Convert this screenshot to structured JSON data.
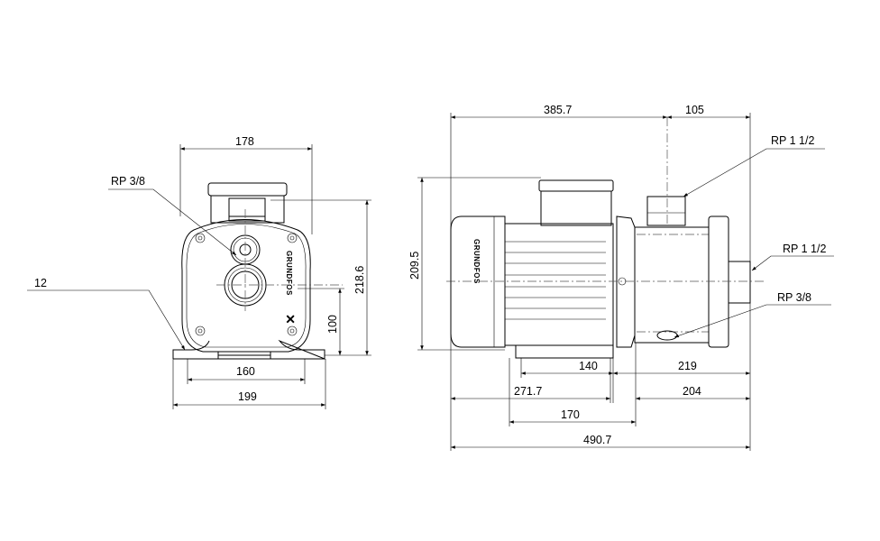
{
  "drawing": {
    "logo_text": "GRUNDFOS",
    "front_view": {
      "dim_width_top": "178",
      "dim_height_total": "218.6",
      "dim_shaft_height": "100",
      "dim_foot_holes": "160",
      "dim_foot_width": "199",
      "dim_foot_thickness": "12",
      "label_drain": "RP 3/8"
    },
    "side_view": {
      "dim_to_inlet": "385.7",
      "dim_inlet_to_end": "105",
      "dim_height": "209.5",
      "dim_140": "140",
      "dim_219": "219",
      "dim_271_7": "271.7",
      "dim_204": "204",
      "dim_170": "170",
      "dim_total_length": "490.7",
      "label_inlet": "RP 1 1/2",
      "label_outlet": "RP 1 1/2",
      "label_drain": "RP 3/8"
    }
  }
}
